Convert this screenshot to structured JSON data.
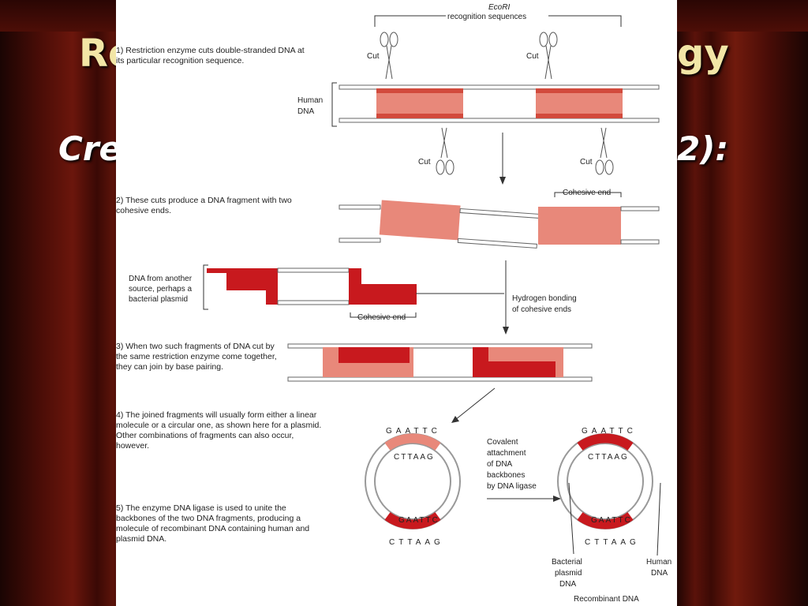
{
  "slide": {
    "title_visible_left": "Re",
    "title_visible_right": "gy",
    "subtitle_visible_left": "Cre",
    "subtitle_visible_right": "2):"
  },
  "figure": {
    "header_enzyme": "EcoRI",
    "header_recognition": "recognition sequences",
    "cut_label": "Cut",
    "human_dna_label_1": "Human",
    "human_dna_label_2": "DNA",
    "cohesive_end_label": "Cohesive end",
    "other_source_lines": [
      "DNA from another",
      "source, perhaps a",
      "bacterial plasmid"
    ],
    "hydrogen_bonding_lines": [
      "Hydrogen bonding",
      "of cohesive ends"
    ],
    "covalent_lines": [
      "Covalent",
      "attachment",
      "of DNA",
      "backbones",
      "by DNA ligase"
    ],
    "bacterial_plasmid_lines": [
      "Bacterial",
      "plasmid",
      "DNA"
    ],
    "human_dna_bottom_lines": [
      "Human",
      "DNA"
    ],
    "recombinant_label": "Recombinant DNA",
    "top_seq": "GAATTC",
    "bottom_seq": "CTTAAG",
    "steps": [
      "1) Restriction enzyme cuts double-stranded DNA at its particular recognition sequence.",
      "2) These cuts produce a DNA fragment with two cohesive ends.",
      "3) When two such fragments of DNA cut by the same restriction enzyme come together, they can join by base pairing.",
      "4) The joined fragments will usually form either a linear molecule or a circular one, as shown here for a plasmid. Other combinations of fragments can also occur, however.",
      "5) The enzyme DNA ligase is used to unite the backbones of the two DNA fragments, producing a molecule of recombinant DNA containing human and plasmid DNA."
    ]
  }
}
